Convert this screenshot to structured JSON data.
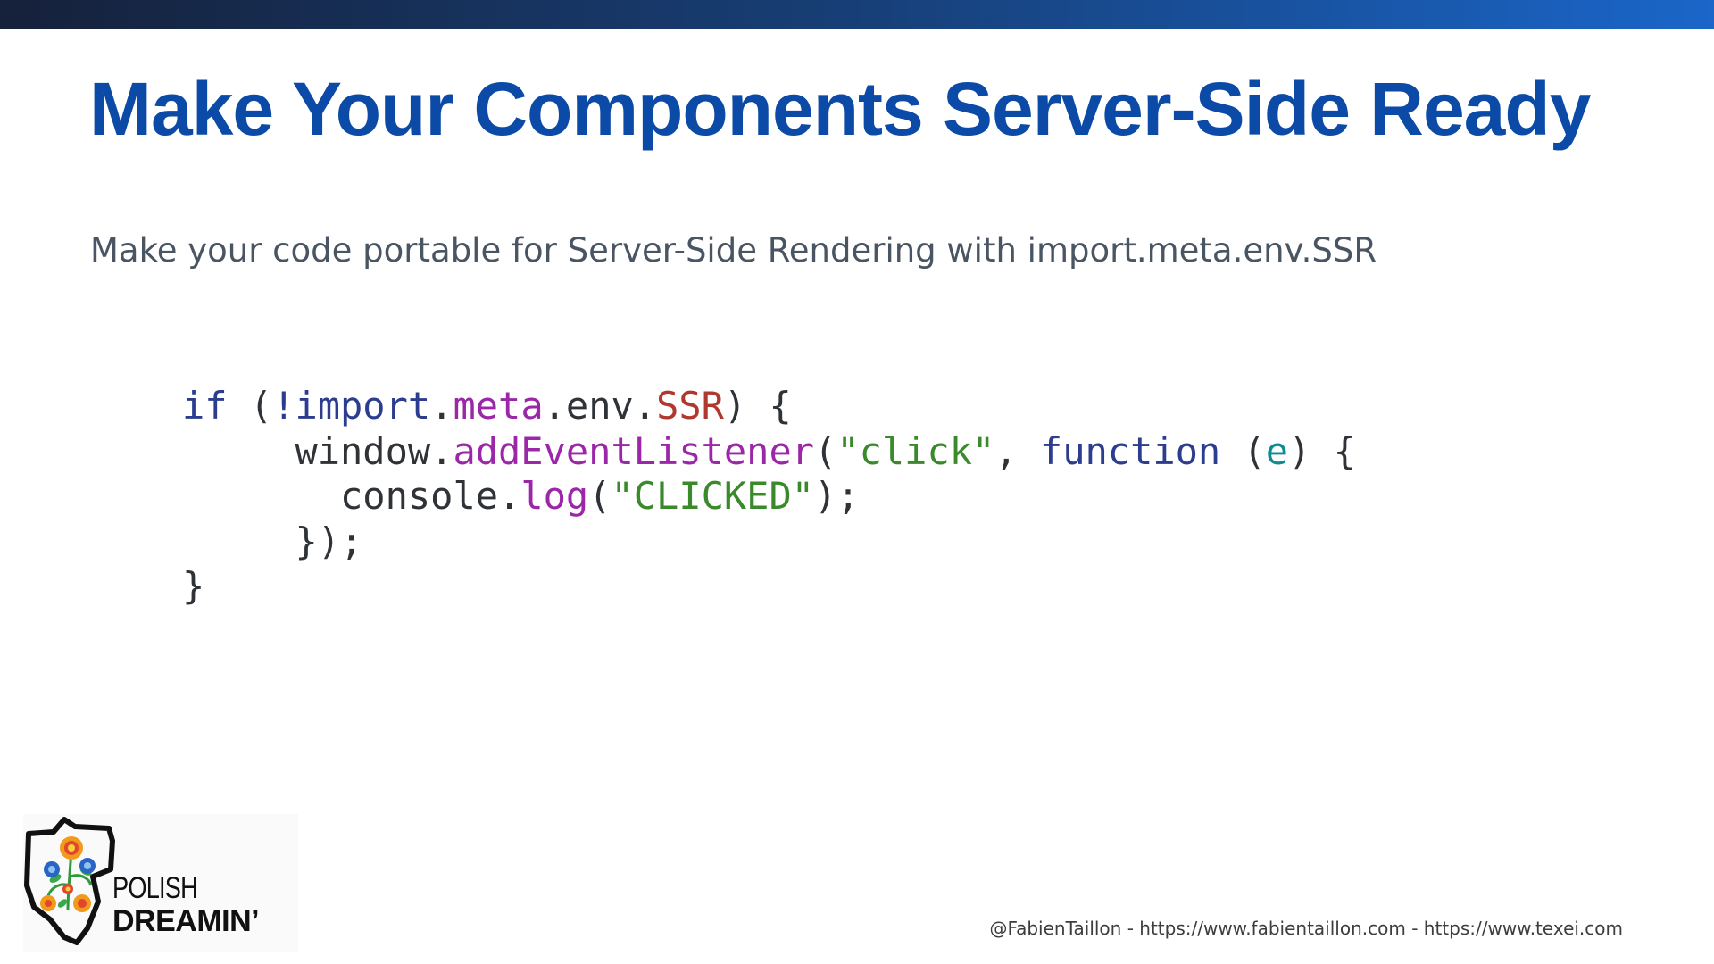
{
  "slide": {
    "title": "Make Your Components Server-Side Ready",
    "subtitle": "Make your code portable for Server-Side Rendering with import.meta.env.SSR",
    "footer": "@FabienTaillon - https://www.fabientaillon.com - https://www.texei.com"
  },
  "code": {
    "lines": [
      {
        "indent": "",
        "tokens": [
          {
            "text": "if",
            "type": "kw"
          },
          {
            "text": " (",
            "type": "plain"
          },
          {
            "text": "!import",
            "type": "kw"
          },
          {
            "text": ".",
            "type": "plain"
          },
          {
            "text": "meta",
            "type": "fn"
          },
          {
            "text": ".env.",
            "type": "plain"
          },
          {
            "text": "SSR",
            "type": "err"
          },
          {
            "text": ") {",
            "type": "plain"
          }
        ]
      },
      {
        "indent": "     ",
        "tokens": [
          {
            "text": "window.",
            "type": "plain"
          },
          {
            "text": "addEventListener",
            "type": "fn"
          },
          {
            "text": "(",
            "type": "plain"
          },
          {
            "text": "\"click\"",
            "type": "str"
          },
          {
            "text": ", ",
            "type": "plain"
          },
          {
            "text": "function",
            "type": "kw"
          },
          {
            "text": " (",
            "type": "plain"
          },
          {
            "text": "e",
            "type": "param"
          },
          {
            "text": ") {",
            "type": "plain"
          }
        ]
      },
      {
        "indent": "       ",
        "tokens": [
          {
            "text": "console.",
            "type": "plain"
          },
          {
            "text": "log",
            "type": "fn"
          },
          {
            "text": "(",
            "type": "plain"
          },
          {
            "text": "\"CLICKED\"",
            "type": "str"
          },
          {
            "text": ");",
            "type": "plain"
          }
        ]
      },
      {
        "indent": "     ",
        "tokens": [
          {
            "text": "});",
            "type": "plain"
          }
        ]
      },
      {
        "indent": "",
        "tokens": [
          {
            "text": "}",
            "type": "plain"
          }
        ]
      }
    ]
  },
  "logo": {
    "line1": "POLISH",
    "line2": "DREAMIN’"
  },
  "colors": {
    "title": "#0b4aa6",
    "keyword": "#2c3d8f",
    "function": "#9b27a8",
    "error": "#b0392f",
    "string": "#3a8a2c",
    "param": "#0e8c93"
  }
}
